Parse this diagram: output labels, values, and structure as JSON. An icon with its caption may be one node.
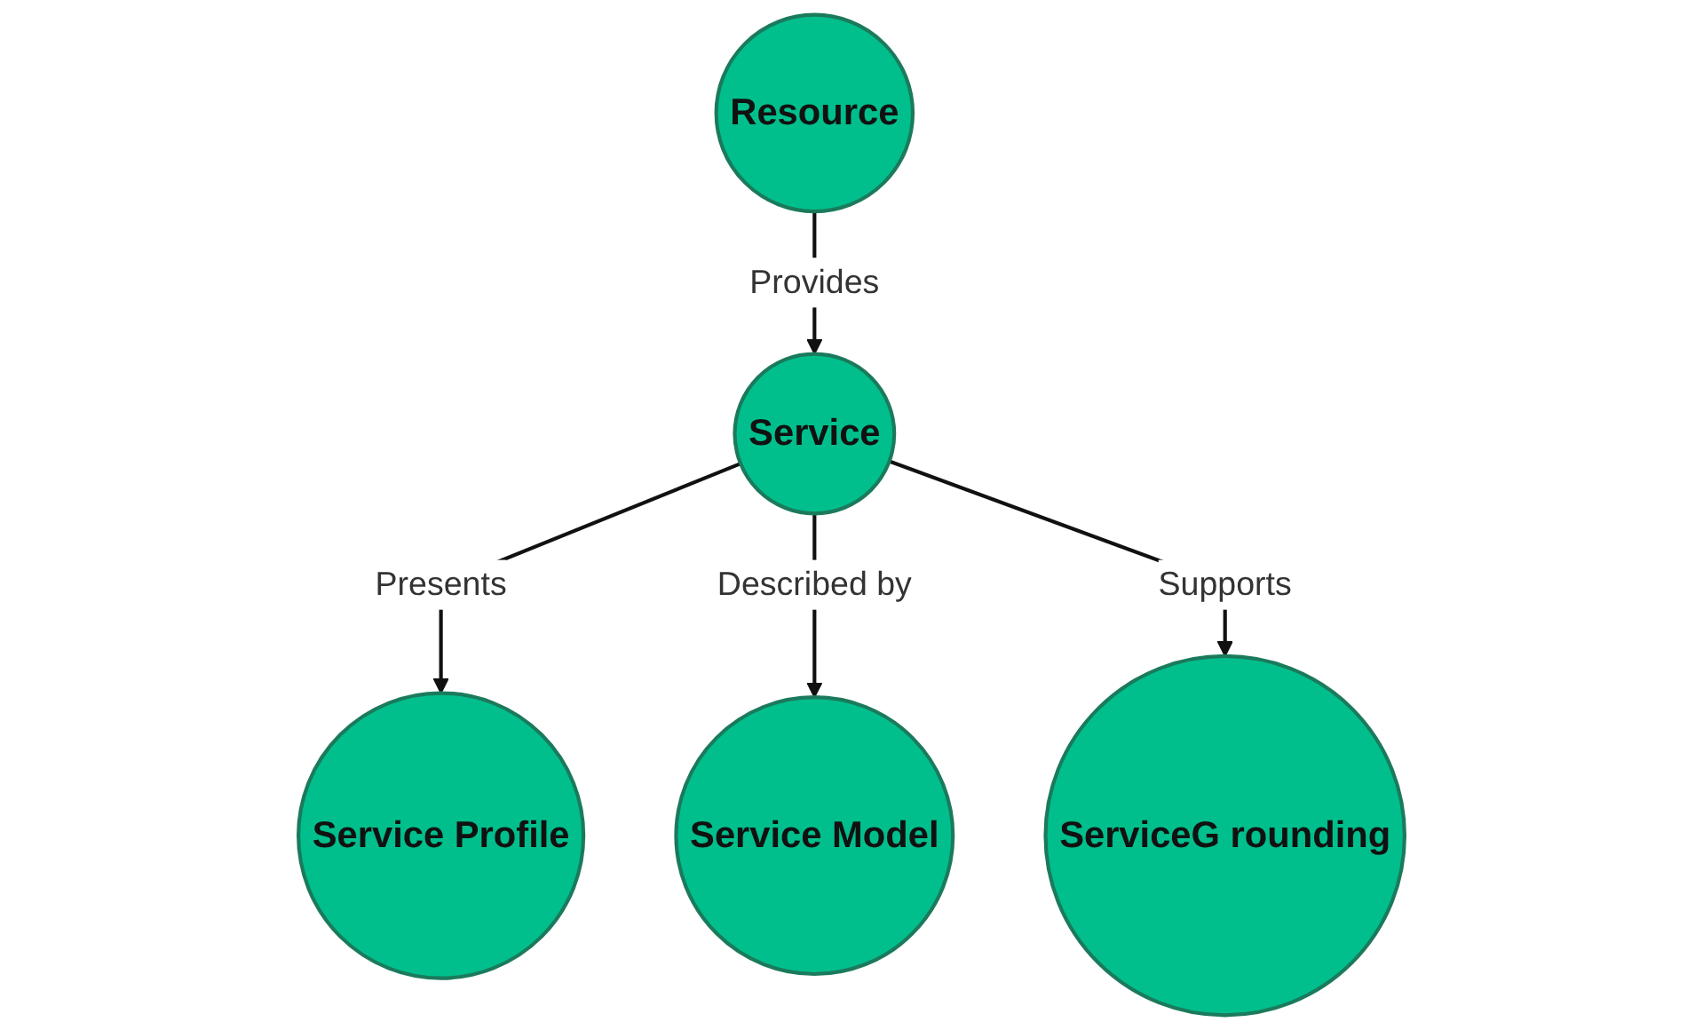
{
  "diagram": {
    "nodes": [
      {
        "text": [
          "Resource"
        ]
      },
      {
        "text": [
          "Service"
        ]
      },
      {
        "text": [
          "Service Profile"
        ]
      },
      {
        "text": [
          "Service Model"
        ]
      },
      {
        "text": [
          "ServiceG rounding"
        ]
      }
    ],
    "edges": [
      {
        "from": 0,
        "to": 1,
        "arrow": "to",
        "label": "Provides"
      },
      {
        "from": 1,
        "to": 2,
        "arrow": "to",
        "label": "Presents"
      },
      {
        "from": 1,
        "to": 3,
        "arrow": "to",
        "label": "Described by"
      },
      {
        "from": 1,
        "to": 4,
        "arrow": "to",
        "label": "Supports"
      }
    ]
  }
}
